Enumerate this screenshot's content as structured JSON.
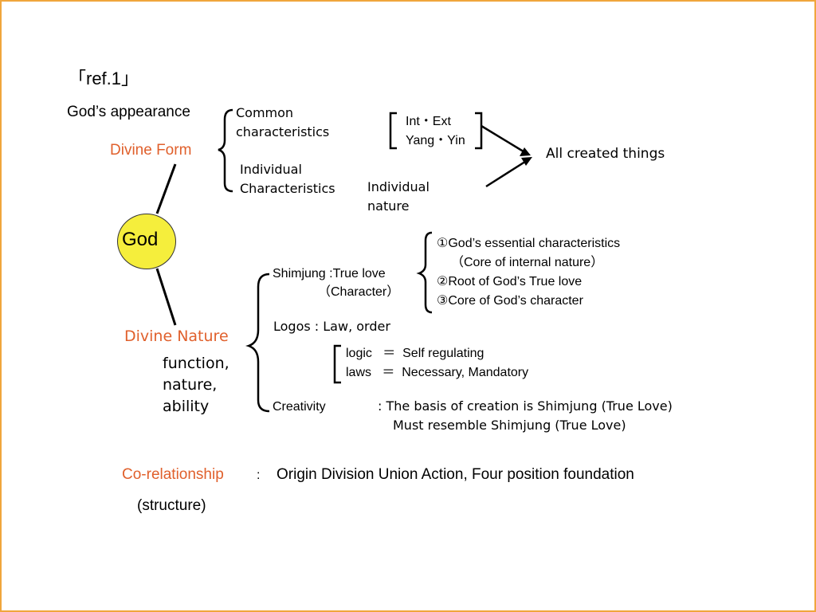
{
  "ref_label": "「ref.1」",
  "appearance_label": "God’s appearance",
  "divine_form": "Divine Form",
  "common_char": [
    "Common",
    "characteristics"
  ],
  "individual_char": [
    "Individual",
    "Characteristics"
  ],
  "int_ext": "Int・Ext",
  "yang_yin": "Yang・Yin",
  "individual_nature": [
    "Individual",
    "nature"
  ],
  "all_created": "All created things",
  "god": "God",
  "divine_nature": "Divine Nature",
  "dn_sub": [
    "function,",
    "nature,",
    "ability"
  ],
  "shimjung": "Shimjung :True love",
  "character": "（Character）",
  "essential": [
    "①God’s essential characteristics",
    "（Core of internal nature）",
    "②Root of God’s True love",
    "③Core of God’s character"
  ],
  "logos": "Logos : Law, order",
  "logic": "logic   ＝  Self regulating",
  "laws": "laws   ＝  Necessary, Mandatory",
  "creativity": "Creativity",
  "creation": [
    ": The basis of creation is Shimjung (True Love)",
    "Must resemble Shimjung (True Love)"
  ],
  "co_rel": "Co-relationship",
  "colon": ":",
  "origin": "Origin Division Union Action, Four position foundation",
  "structure": "(structure)",
  "colors": {
    "border": "#f0a63c",
    "accent": "#e0602c",
    "god_fill": "#f5ee3c"
  }
}
